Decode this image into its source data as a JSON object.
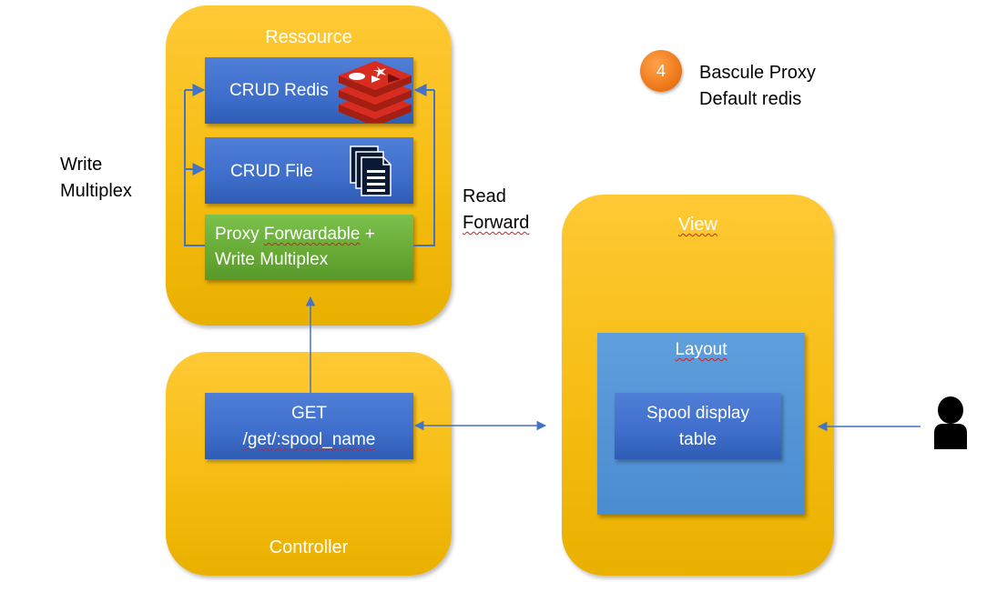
{
  "resource": {
    "title": "Ressource",
    "crud_redis": "CRUD Redis",
    "crud_file": "CRUD File",
    "proxy_line1_prefix": "Proxy ",
    "proxy_line1_word": "Forwardable",
    "proxy_line1_suffix": " +",
    "proxy_line2": "Write Multiplex"
  },
  "controller": {
    "title": "Controller",
    "get_line1": "GET",
    "get_line2": "/get/:spool_name"
  },
  "view": {
    "title": "View",
    "layout_title": "Layout",
    "spool_line1": "Spool display",
    "spool_line2": "table"
  },
  "labels": {
    "write_line1": "Write",
    "write_line2": "Multiplex",
    "read_line1": "Read",
    "read_line2": "Forward"
  },
  "step": {
    "number": "4",
    "line1": "Bascule Proxy",
    "line2": "Default redis"
  },
  "colors": {
    "panel": "#f6bd12",
    "blue_box": "#3e6ecb",
    "green_box": "#66aa35",
    "layout_box": "#4b8bd0",
    "arrow": "#4472c4",
    "badge": "#f07d1e"
  },
  "icons": {
    "redis": "redis-logo",
    "file": "documents-icon",
    "user": "user-icon"
  }
}
